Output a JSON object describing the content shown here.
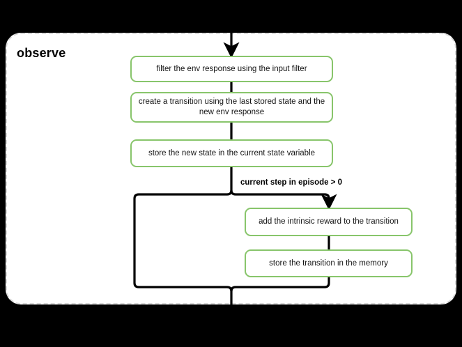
{
  "diagram": {
    "type": "flowchart",
    "background_color": "#000000",
    "canvas_color": "#ffffff",
    "group": {
      "title": "observe",
      "border_color": "#d9d9d9",
      "border_style": "dashed"
    },
    "node_border_color": "#88c56b",
    "connector_color": "#000000",
    "nodes": [
      {
        "id": "filter",
        "label": "filter the env response using the input filter"
      },
      {
        "id": "create-transition",
        "label": "create a transition using the last stored state and the new env response"
      },
      {
        "id": "store-state",
        "label": "store the new state in the current state variable"
      },
      {
        "id": "intrinsic-reward",
        "label": "add the intrinsic reward to the transition"
      },
      {
        "id": "store-memory",
        "label": "store the transition in the memory"
      }
    ],
    "edges": [
      {
        "from": "entry",
        "to": "filter",
        "label": ""
      },
      {
        "from": "filter",
        "to": "create-transition",
        "label": ""
      },
      {
        "from": "create-transition",
        "to": "store-state",
        "label": ""
      },
      {
        "from": "store-state",
        "to": "intrinsic-reward",
        "label": "current step in episode > 0"
      },
      {
        "from": "intrinsic-reward",
        "to": "store-memory",
        "label": ""
      },
      {
        "from": "store-state",
        "to": "exit",
        "label": ""
      },
      {
        "from": "store-memory",
        "to": "exit",
        "label": ""
      }
    ],
    "branch_label": "current step in episode > 0"
  }
}
